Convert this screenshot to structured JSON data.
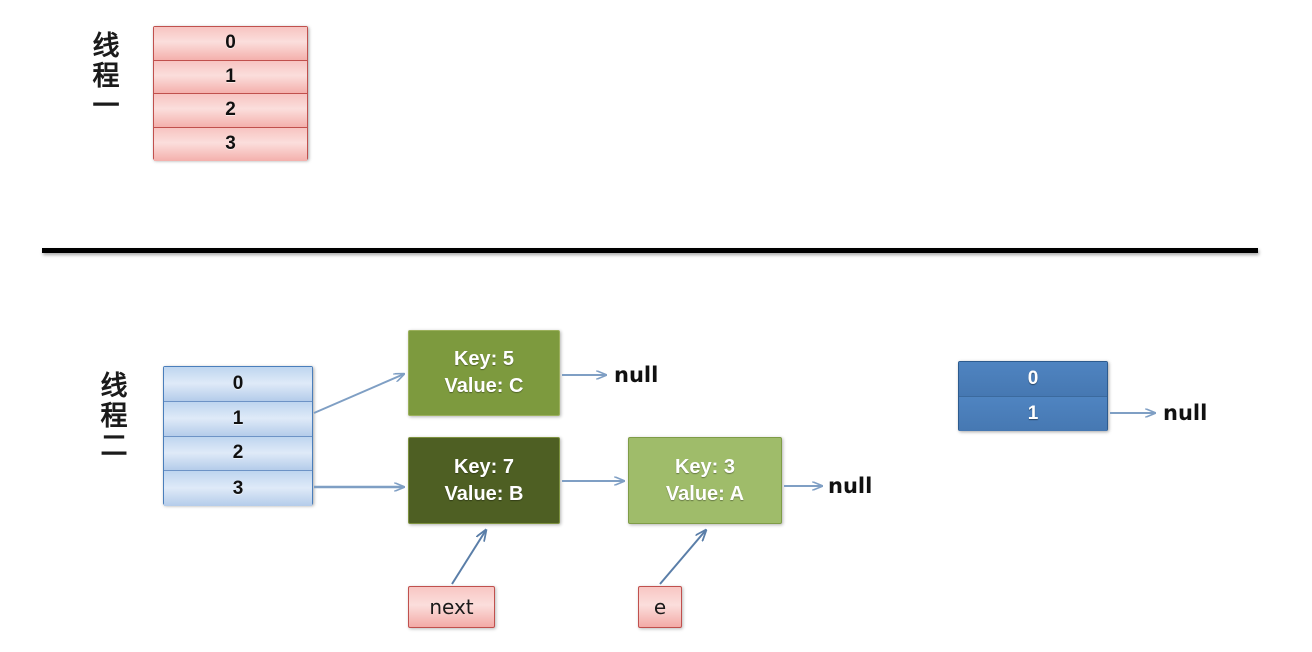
{
  "diagram": {
    "title": "HashMap concurrent resize diagram",
    "colors": {
      "pink_fill": "#f6b9b6",
      "pink_border": "#c0504d",
      "blue_light_fill": "#c3d7ef",
      "blue_light_border": "#4a7ebb",
      "blue_dark_fill": "#4a7ebb",
      "blue_dark_border": "#2d5b8e",
      "green_mid": "#7d9a3e",
      "green_dark": "#4e5f23",
      "green_light": "#9fbc6a",
      "arrow": "#7f9fc4",
      "divider": "#000000",
      "text_dark": "#111111",
      "text_light": "#ffffff"
    },
    "divider": {
      "label": "section-divider"
    }
  },
  "thread_one": {
    "label_chars": [
      "线",
      "程",
      "一"
    ],
    "table_name": "thread-one-bucket-table",
    "rows": [
      "0",
      "1",
      "2",
      "3"
    ]
  },
  "thread_two": {
    "label_chars": [
      "线",
      "程",
      "二"
    ],
    "table_name": "thread-two-bucket-table",
    "rows": [
      "0",
      "1",
      "2",
      "3"
    ]
  },
  "nodes": [
    {
      "id": "node-key5",
      "key_line": "Key: 5",
      "value_line": "Value: C",
      "shade": "mid"
    },
    {
      "id": "node-key7",
      "key_line": "Key: 7",
      "value_line": "Value: B",
      "shade": "dark"
    },
    {
      "id": "node-key3",
      "key_line": "Key: 3",
      "value_line": "Value: A",
      "shade": "light"
    }
  ],
  "null_labels": {
    "after_key5": "null",
    "after_key3": "null",
    "after_right_table": "null"
  },
  "pointers": [
    {
      "id": "pointer-next",
      "label": "next",
      "targets": "node-key7"
    },
    {
      "id": "pointer-e",
      "label": "e",
      "targets": "node-key3"
    }
  ],
  "right_table": {
    "table_name": "resized-bucket-table",
    "rows": [
      "0",
      "1"
    ]
  }
}
